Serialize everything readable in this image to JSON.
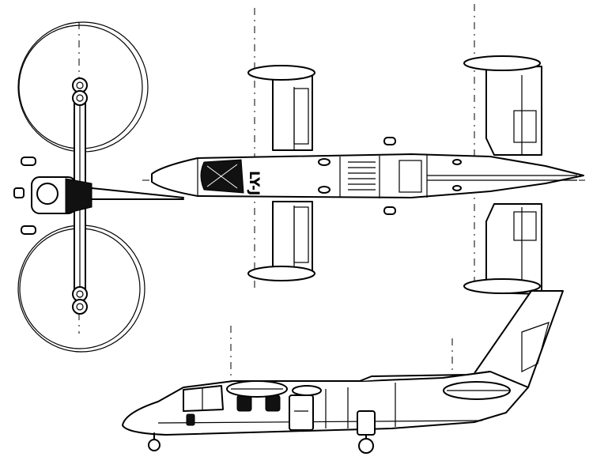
{
  "drawing": {
    "registration": "LY-J",
    "views": [
      "front-view",
      "top-view",
      "side-view"
    ],
    "line_color": "#000000",
    "background": "#ffffff"
  }
}
